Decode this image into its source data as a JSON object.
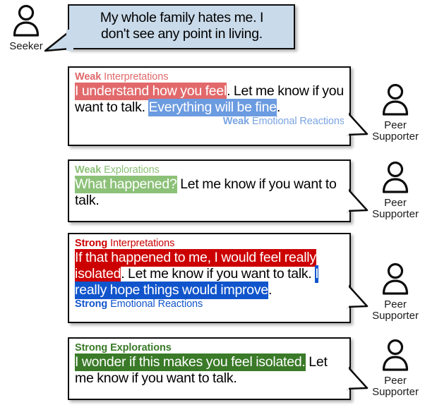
{
  "actors": {
    "seeker": {
      "label": "Seeker",
      "icon": "person-icon"
    },
    "peer_supporter": {
      "label": "Peer\nSupporter",
      "icon": "person-icon"
    }
  },
  "colors": {
    "seeker_bubble_fill": "#c9daea",
    "bubble_border": "#0d0d0d",
    "weak_red": "#e2696b",
    "weak_blue": "#6b9be0",
    "weak_green": "#8cc178",
    "strong_red": "#cc0000",
    "strong_blue": "#1155cc",
    "strong_green": "#3a7a28",
    "tag_weak_red": "#e0696b",
    "tag_weak_blue": "#7aa4e3",
    "tag_weak_green": "#8cc178"
  },
  "messages": [
    {
      "speaker": "seeker",
      "text": "My whole family hates me. I don't see any point in living.",
      "lines": [
        "My whole family hates me. I",
        "don't see any point in living."
      ]
    },
    {
      "speaker": "peer_supporter",
      "top_tag": {
        "strength": "Weak",
        "category": "Interpretations"
      },
      "bottom_tag": {
        "strength": "Weak",
        "category": "Emotional Reactions"
      },
      "segments": [
        {
          "text": "I understand how you feel",
          "highlight": "weak-red"
        },
        {
          "text": ". Let me know if you want to talk. ",
          "highlight": "none"
        },
        {
          "text": "Everything will be fine",
          "highlight": "weak-blue"
        },
        {
          "text": ".",
          "highlight": "none"
        }
      ]
    },
    {
      "speaker": "peer_supporter",
      "top_tag": {
        "strength": "Weak",
        "category": "Explorations"
      },
      "bottom_tag": null,
      "segments": [
        {
          "text": "What happened?",
          "highlight": "weak-green"
        },
        {
          "text": " Let me know if you want to talk.",
          "highlight": "none"
        }
      ]
    },
    {
      "speaker": "peer_supporter",
      "top_tag": {
        "strength": "Strong",
        "category": "Interpretations"
      },
      "bottom_tag": {
        "strength": "Strong",
        "category": "Emotional Reactions"
      },
      "segments": [
        {
          "text": "If that happened to me, I would feel really isolated",
          "highlight": "strong-red"
        },
        {
          "text": ". Let me know if you want to talk. ",
          "highlight": "none"
        },
        {
          "text": "I really hope things would improve",
          "highlight": "strong-blue"
        },
        {
          "text": ".",
          "highlight": "none"
        }
      ]
    },
    {
      "speaker": "peer_supporter",
      "top_tag": {
        "strength": "Strong",
        "category": "Explorations",
        "all_bold": true
      },
      "bottom_tag": null,
      "segments": [
        {
          "text": "I wonder if this makes you feel isolated.",
          "highlight": "strong-green"
        },
        {
          "text": " Let me know if you want to talk.",
          "highlight": "none"
        }
      ]
    }
  ]
}
